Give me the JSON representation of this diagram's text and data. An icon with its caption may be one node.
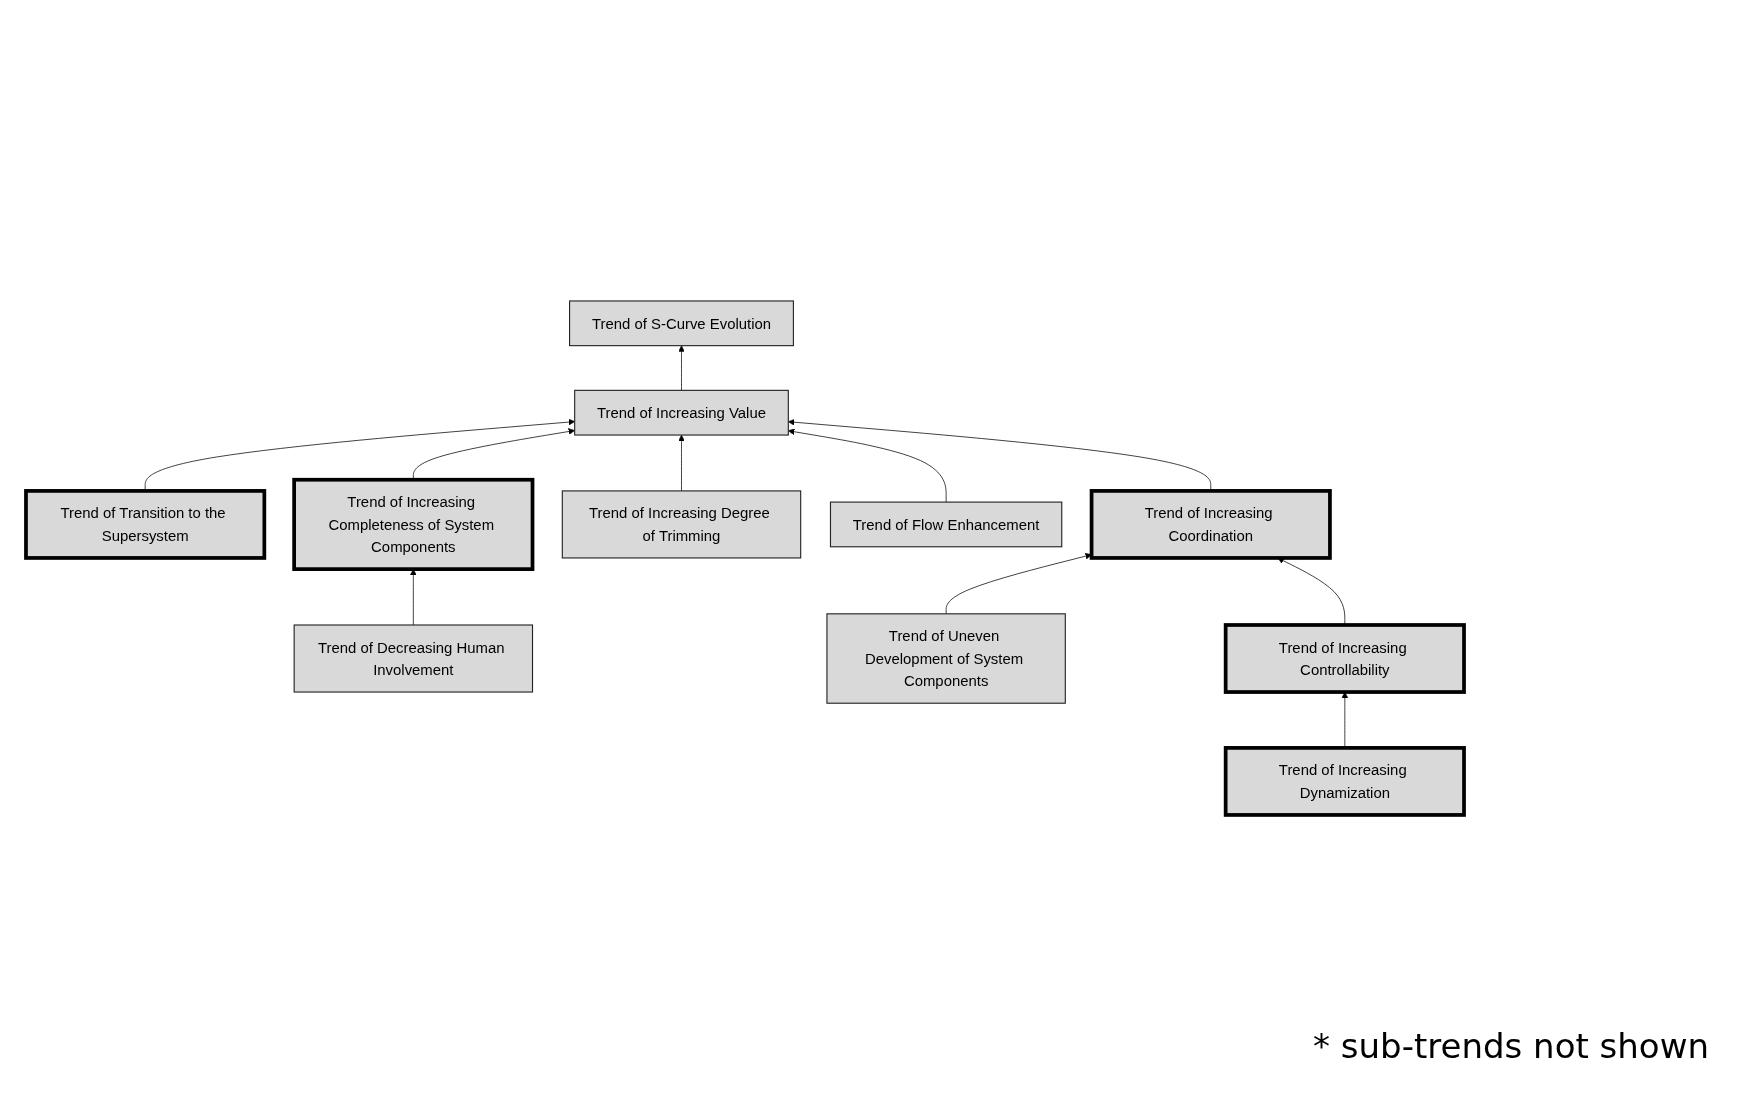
{
  "diagram": {
    "nodes": [
      {
        "text": [
          "Trend of S-Curve Evolution"
        ]
      },
      {
        "text": [
          "Trend of Increasing Value"
        ]
      },
      {
        "text": [
          "Trend of Transition to the Supersystem"
        ]
      },
      {
        "text": [
          "Trend of Increasing Completeness of System Components"
        ]
      },
      {
        "text": [
          "Trend of Increasing Degree of Trimming"
        ]
      },
      {
        "text": [
          "Trend of Flow Enhancement"
        ]
      },
      {
        "text": [
          "Trend of Decreasing Human Involvement"
        ]
      },
      {
        "text": [
          "Trend of Increasing Coordination"
        ]
      },
      {
        "text": [
          "Trend of Uneven Development of System Components"
        ]
      },
      {
        "text": [
          "Trend of Increasing Controllability"
        ]
      },
      {
        "text": [
          "Trend of Increasing Dynamization"
        ]
      }
    ],
    "edges": [
      {
        "from": 1,
        "to": 0,
        "arrow": "to"
      },
      {
        "from": 2,
        "to": 1,
        "arrow": "to"
      },
      {
        "from": 3,
        "to": 1,
        "arrow": "to"
      },
      {
        "from": 4,
        "to": 1,
        "arrow": "to"
      },
      {
        "from": 5,
        "to": 1,
        "arrow": "to"
      },
      {
        "from": 6,
        "to": 3,
        "arrow": "to"
      },
      {
        "from": 7,
        "to": 1,
        "arrow": "to"
      },
      {
        "from": 8,
        "to": 7,
        "arrow": "to"
      },
      {
        "from": 9,
        "to": 7,
        "arrow": "to"
      },
      {
        "from": 10,
        "to": 9,
        "arrow": "to"
      }
    ],
    "labels": [
      "* sub-trends not shown"
    ]
  }
}
